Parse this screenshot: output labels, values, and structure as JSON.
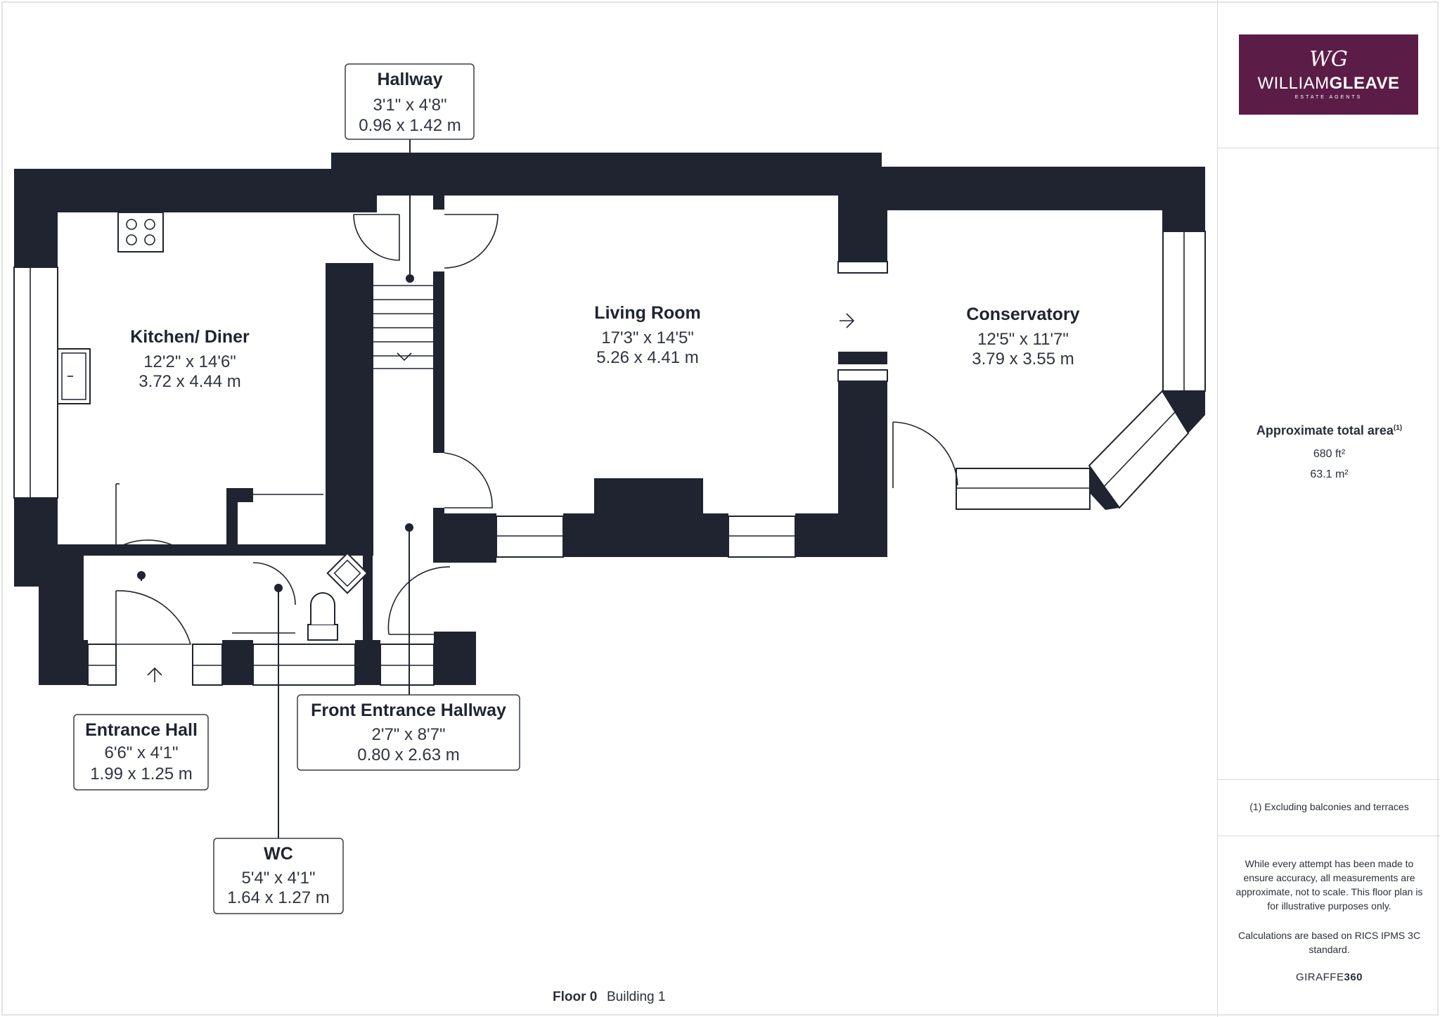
{
  "rooms": {
    "hallway": {
      "name": "Hallway",
      "dim_imperial": "3'1\" x 4'8\"",
      "dim_metric": "0.96 x 1.42 m"
    },
    "kitchen": {
      "name": "Kitchen/ Diner",
      "dim_imperial": "12'2\" x 14'6\"",
      "dim_metric": "3.72 x 4.44 m"
    },
    "living": {
      "name": "Living Room",
      "dim_imperial": "17'3\" x 14'5\"",
      "dim_metric": "5.26 x 4.41 m"
    },
    "conservatory": {
      "name": "Conservatory",
      "dim_imperial": "12'5\" x 11'7\"",
      "dim_metric": "3.79 x 3.55 m"
    },
    "entrance": {
      "name": "Entrance Hall",
      "dim_imperial": "6'6\" x 4'1\"",
      "dim_metric": "1.99 x 1.25 m"
    },
    "front_hallway": {
      "name": "Front Entrance Hallway",
      "dim_imperial": "2'7\" x 8'7\"",
      "dim_metric": "0.80 x 2.63 m"
    },
    "wc": {
      "name": "WC",
      "dim_imperial": "5'4\" x 4'1\"",
      "dim_metric": "1.64 x 1.27 m"
    }
  },
  "footer": {
    "floor": "Floor 0",
    "building": "Building 1"
  },
  "side_panel": {
    "logo": {
      "monogram": "WG",
      "brand_light": "WILLIAM",
      "brand_bold": "GLEAVE",
      "tagline": "ESTATE AGENTS"
    },
    "area_title": "Approximate total area",
    "area_superscript": "(1)",
    "area_ft": "680 ft²",
    "area_m": "63.1 m²",
    "excl_note": "(1) Excluding balconies and terraces",
    "disclaimer": "While every attempt has been made to ensure accuracy, all measurements are approximate, not to scale. This floor plan is for illustrative purposes only.",
    "calc_note": "Calculations are based on RICS IPMS 3C standard.",
    "brand_mark_light": "GIRAFFE",
    "brand_mark_bold": "360"
  },
  "colors": {
    "wall": "#1f2430",
    "logo_bg": "#5b1d47"
  },
  "icons": [
    "hob-icon",
    "sink-icon",
    "toilet-icon",
    "basin-icon",
    "stair-arrow-icon",
    "entry-arrow-icon",
    "door-arrow-icon"
  ]
}
